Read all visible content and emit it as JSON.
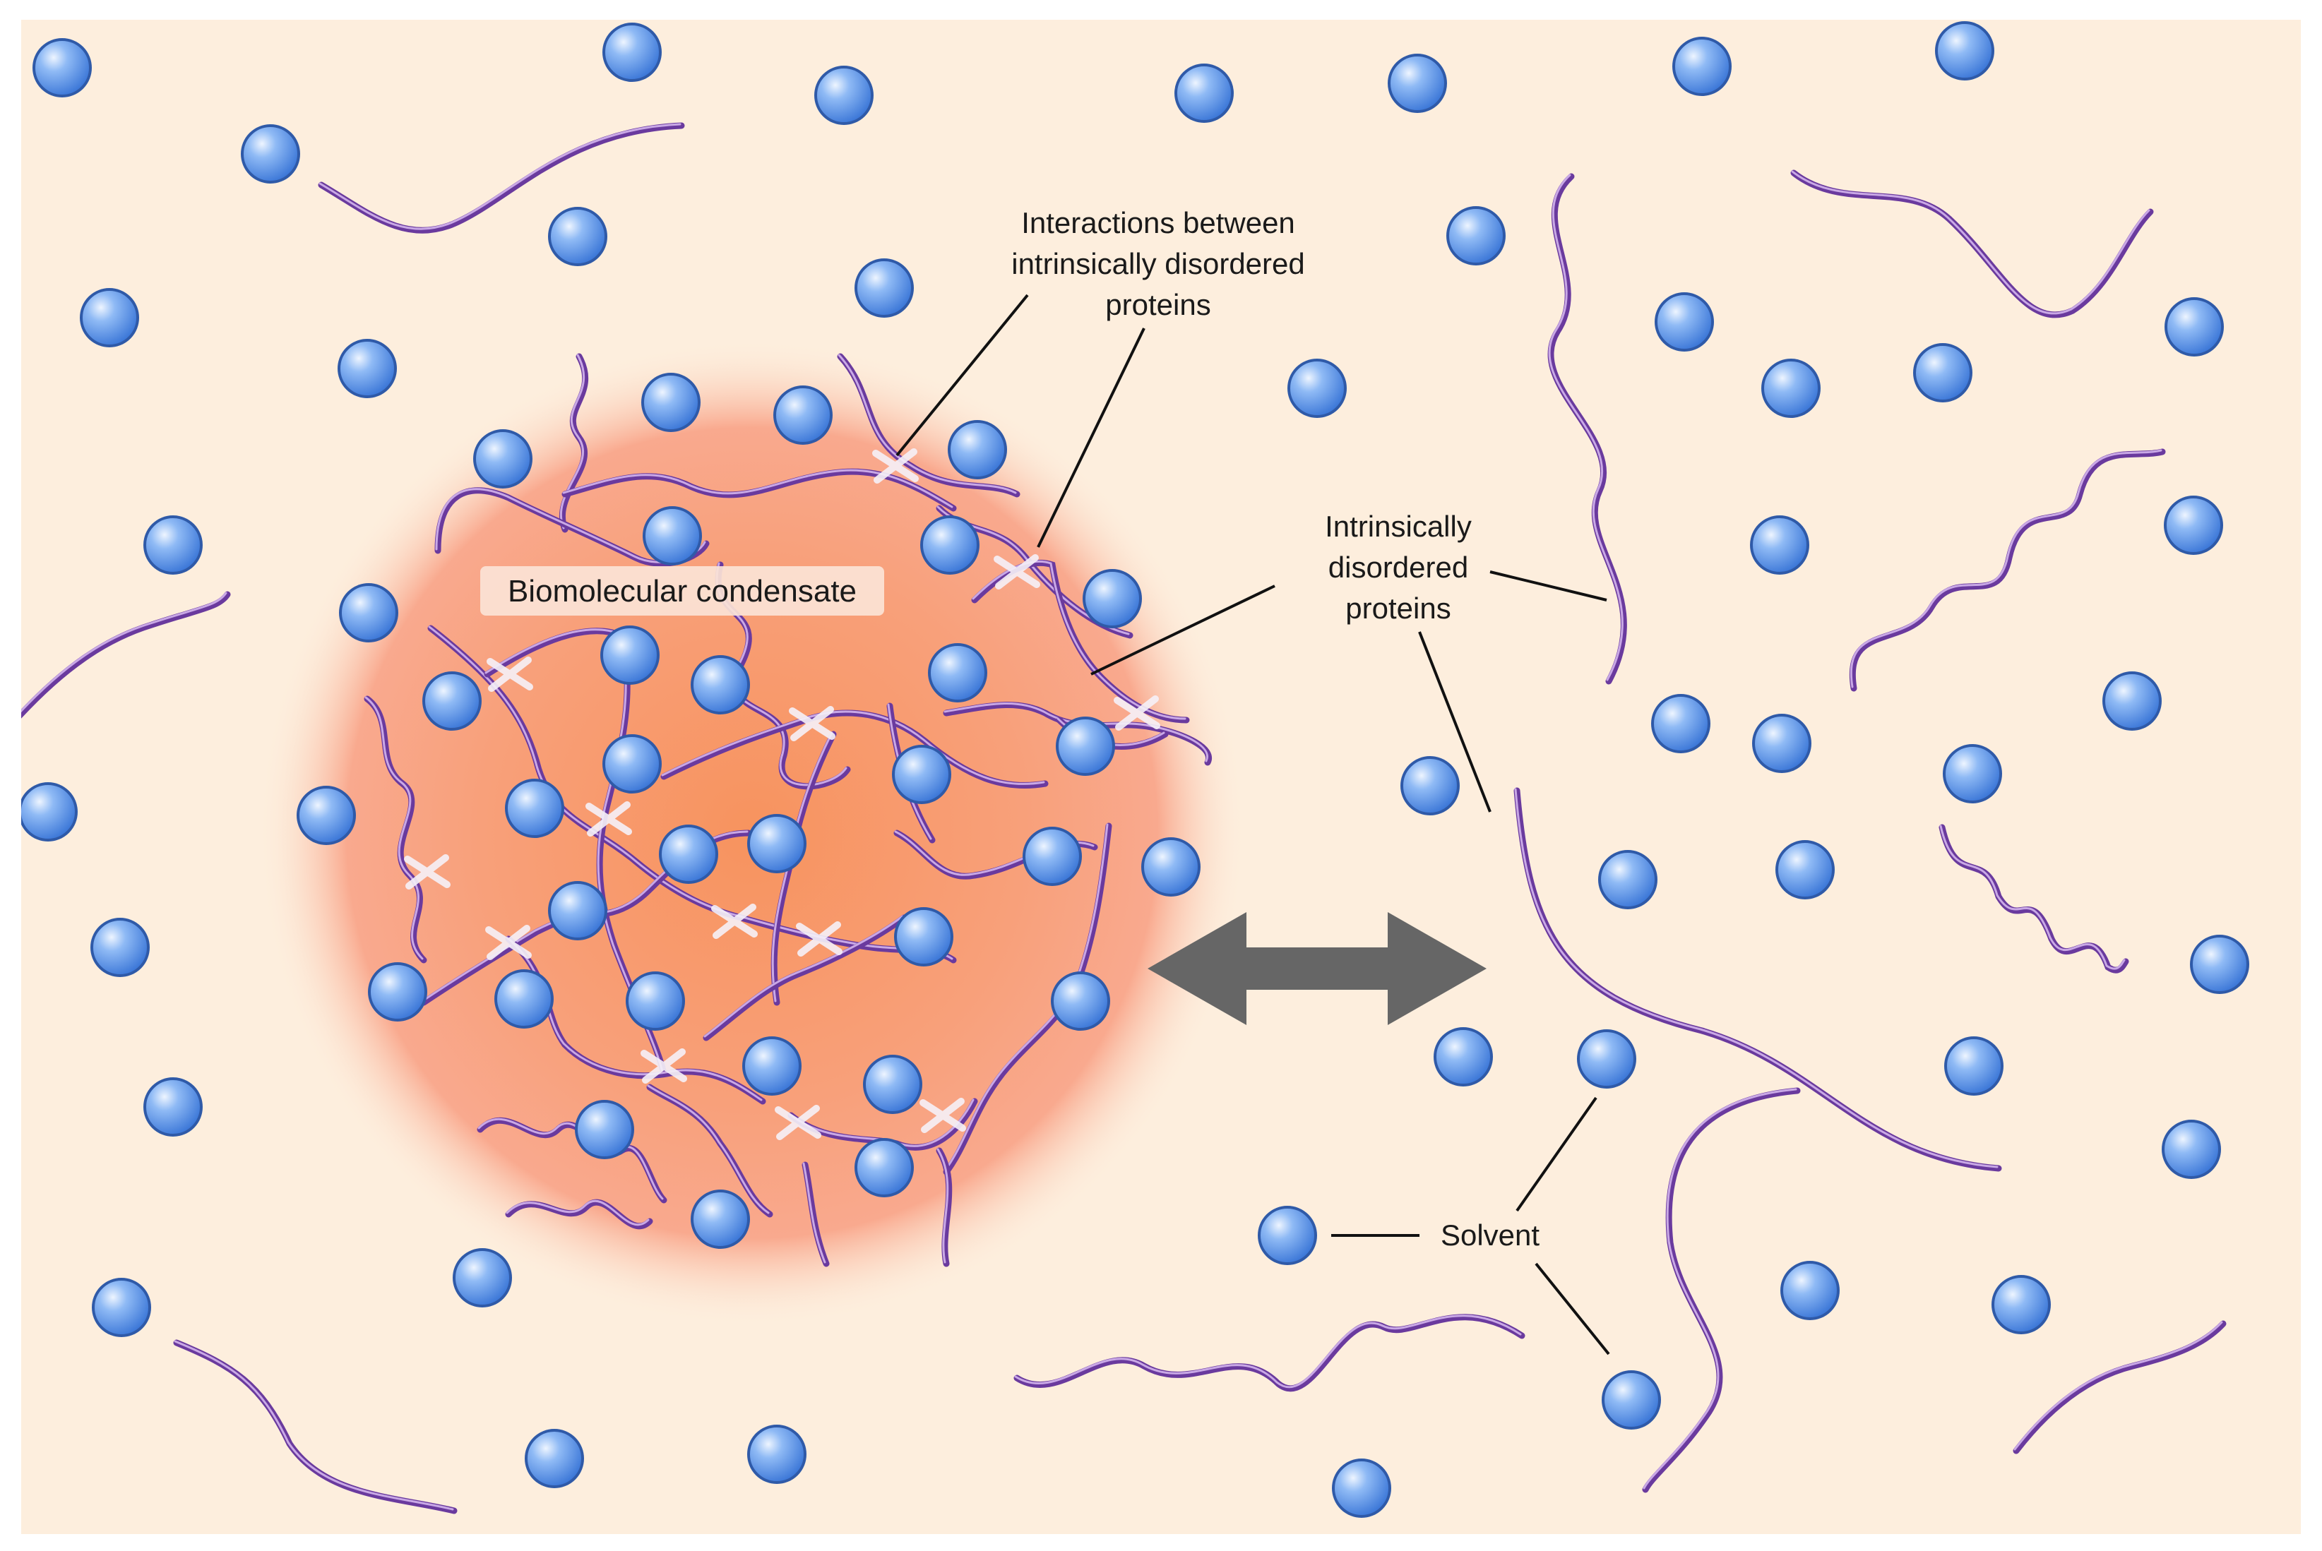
{
  "labels": {
    "condensate": "Biomolecular condensate",
    "interactions": [
      "Interactions between",
      "intrinsically disordered",
      "proteins"
    ],
    "idp": [
      "Intrinsically",
      "disordered",
      "proteins"
    ],
    "solvent": "Solvent"
  },
  "colors": {
    "background": "#fdeedd",
    "condensate_core": "#f79a6a",
    "condensate_edge": "#fde6d8",
    "protein": "#6a3a9e",
    "protein_highlight": "#c9a8e6",
    "solvent_fill": "#5a93e6",
    "solvent_stroke": "#2f5aa8",
    "arrow": "#666666",
    "leader_line": "#111111"
  },
  "icons": {
    "equilibrium": "double-headed-arrow-icon"
  }
}
